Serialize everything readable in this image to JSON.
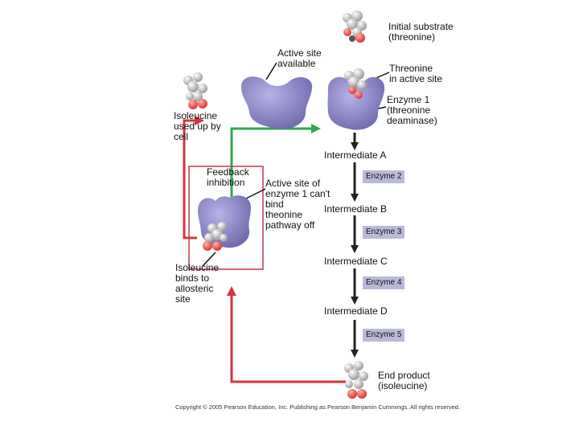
{
  "labels": {
    "initial_substrate": "Initial substrate\n(threonine)",
    "active_site_available": "Active site\navailable",
    "threonine_in_active_site": "Threonine\nin active site",
    "enzyme1": "Enzyme 1\n(threonine\ndeaminase)",
    "isoleucine_used": "Isoleucine\nused up by\ncell",
    "intermediate_a": "Intermediate A",
    "feedback_inhibition": "Feedback\ninhibition",
    "active_site_cant_bind": "Active site of\nenzyme 1 can't\nbind\ntheonine\npathway off",
    "intermediate_b": "Intermediate B",
    "isoleucine_binds": "Isoleucine\nbinds to\nallosteric\nsite",
    "intermediate_c": "Intermediate C",
    "intermediate_d": "Intermediate D",
    "end_product": "End product\n(isoleucine)"
  },
  "enzymes": {
    "e2": "Enzyme 2",
    "e3": "Enzyme 3",
    "e4": "Enzyme 4",
    "e5": "Enzyme 5"
  },
  "copyright": "Copyright © 2005 Pearson Education, Inc. Publishing as Pearson Benjamin Cummings. All rights reserved.",
  "colors": {
    "enzyme": "#8a85c4",
    "enzyme_box": "#b9b9d8",
    "feedback_red": "#d8343f",
    "green_arrow": "#2fa84f",
    "pathway_arrow": "#222222",
    "molecule_red": "#e85a3c",
    "molecule_gray": "#cfcfcf"
  }
}
